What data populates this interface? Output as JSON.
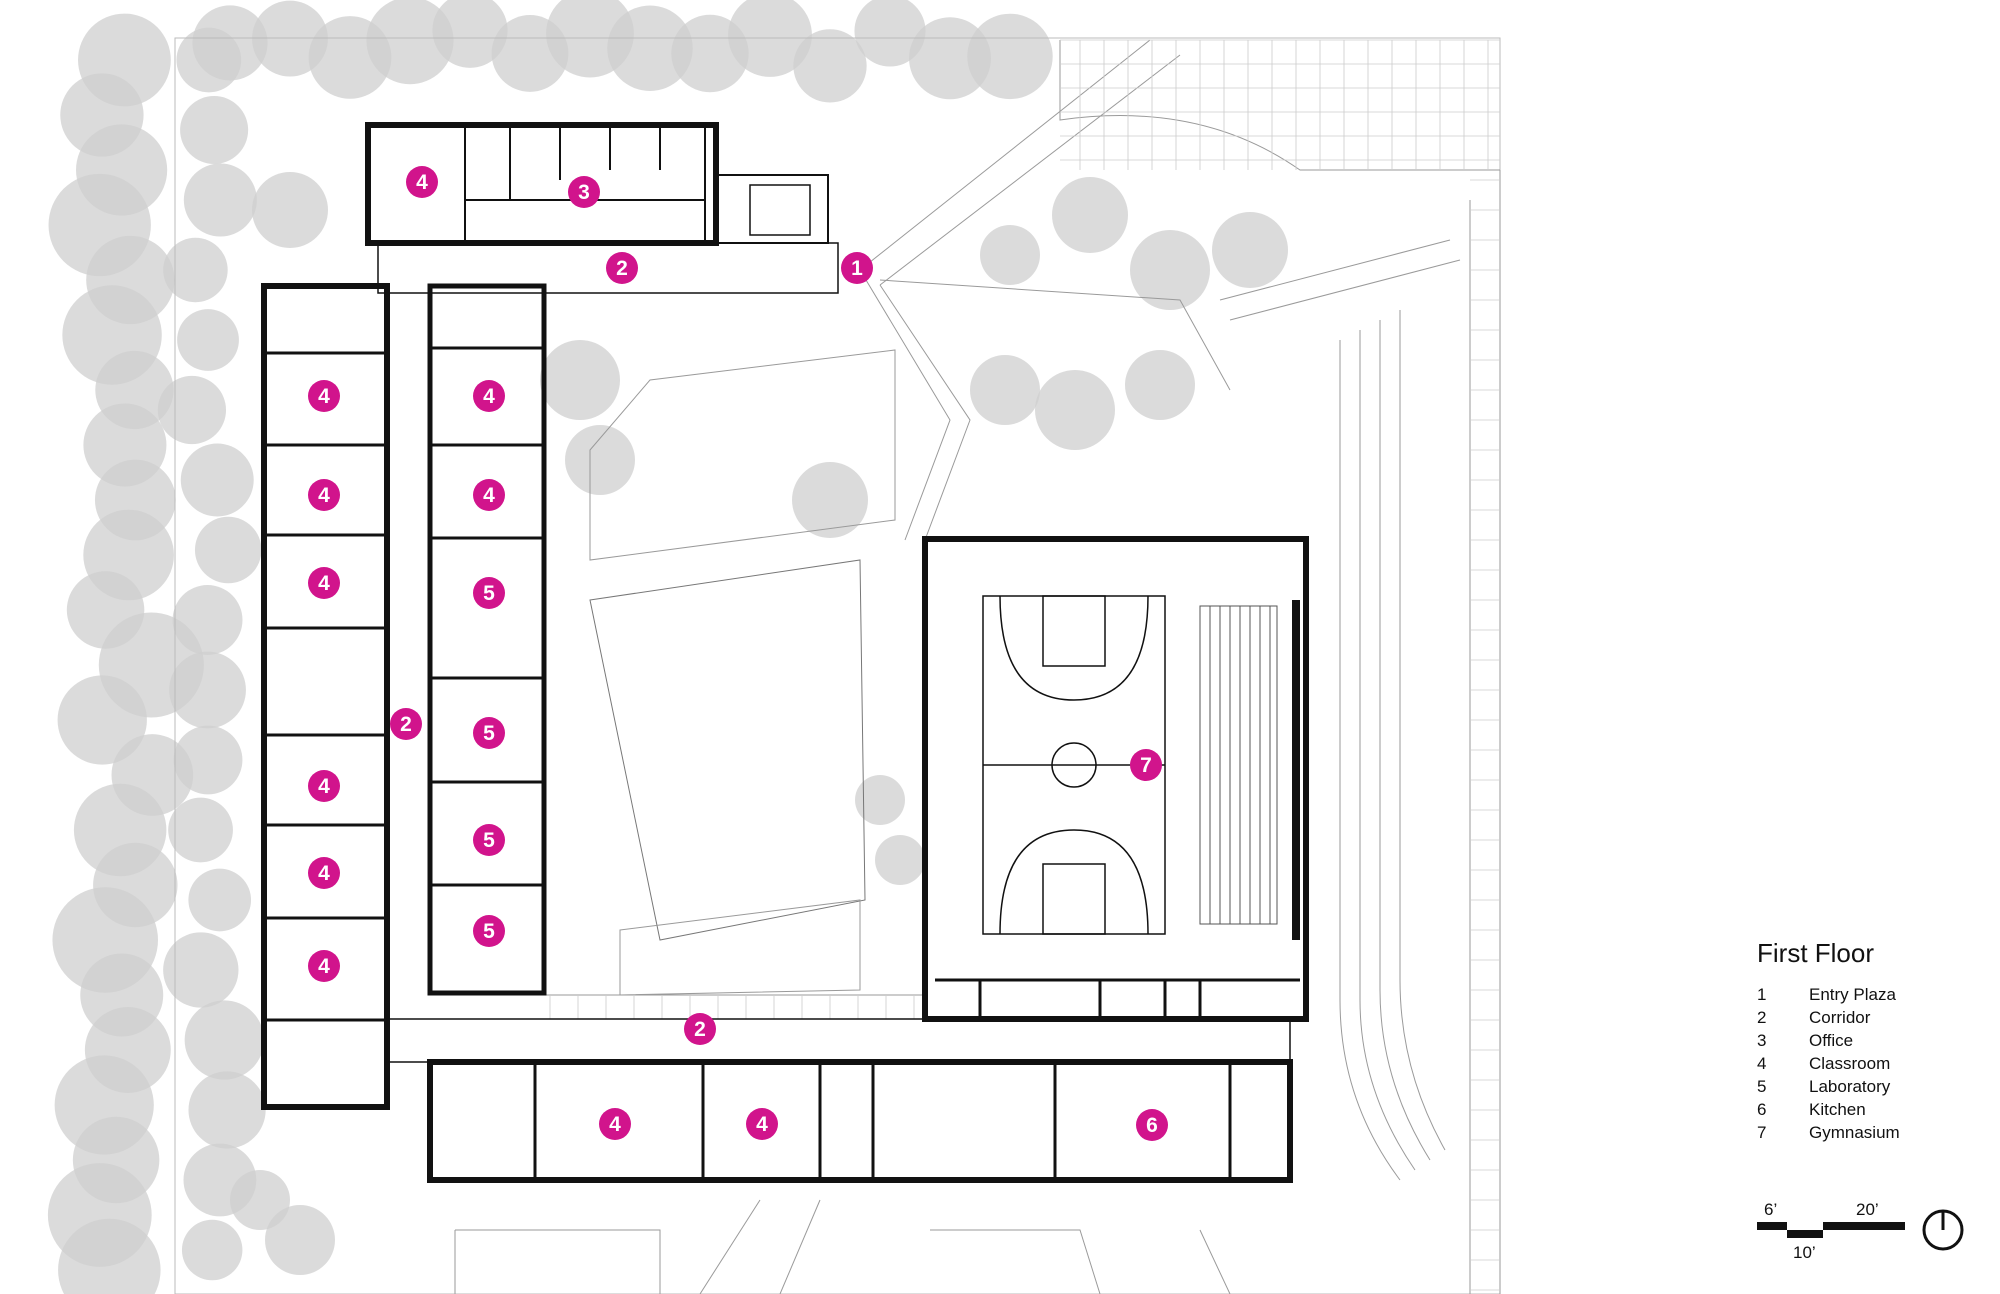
{
  "legend": {
    "title": "First Floor",
    "items": [
      {
        "number": "1",
        "label": "Entry Plaza"
      },
      {
        "number": "2",
        "label": "Corridor"
      },
      {
        "number": "3",
        "label": "Office"
      },
      {
        "number": "4",
        "label": "Classroom"
      },
      {
        "number": "5",
        "label": "Laboratory"
      },
      {
        "number": "6",
        "label": "Kitchen"
      },
      {
        "number": "7",
        "label": "Gymnasium"
      }
    ]
  },
  "scale_bar": {
    "label_a": "6’",
    "label_b": "10’",
    "label_c": "20’"
  },
  "north_arrow": "north-arrow-icon",
  "colors": {
    "marker": "#d1148c",
    "wall": "#111111",
    "tree": "#cfcfcf",
    "line": "#9a9a9a"
  },
  "markers": [
    "1",
    "2",
    "3",
    "4",
    "2",
    "4",
    "4",
    "4",
    "4",
    "4",
    "4",
    "4",
    "4",
    "5",
    "5",
    "5",
    "5",
    "2",
    "4",
    "4",
    "6",
    "7"
  ]
}
